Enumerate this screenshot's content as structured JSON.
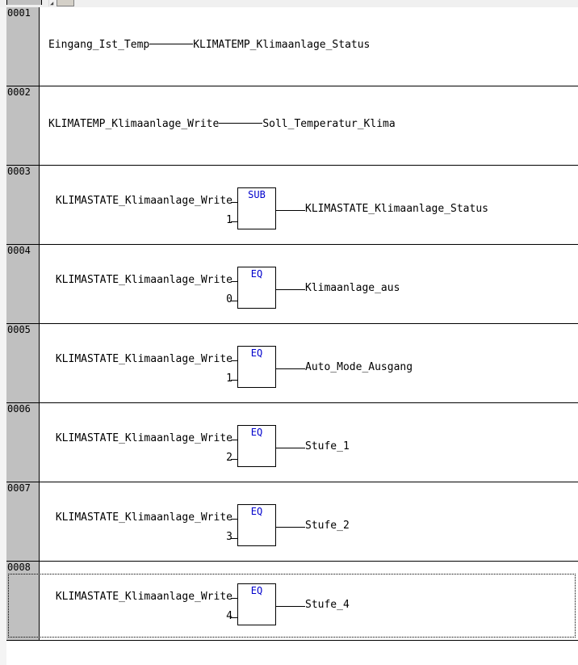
{
  "toolbar": {
    "caret_icon": "caret-icon",
    "button_icon": "toolbar-button-icon"
  },
  "editor": {
    "language": "FBD",
    "networks": [
      {
        "number": "0001",
        "kind": "assign",
        "input": "Eingang_Ist_Temp",
        "output": "KLIMATEMP_Klimaanlage_Status",
        "selected": false
      },
      {
        "number": "0002",
        "kind": "assign",
        "input": "KLIMATEMP_Klimaanlage_Write",
        "output": "Soll_Temperatur_Klima",
        "selected": false
      },
      {
        "number": "0003",
        "kind": "block",
        "operator": "SUB",
        "input": "KLIMASTATE_Klimaanlage_Write",
        "constant": "1",
        "output": "KLIMASTATE_Klimaanlage_Status",
        "selected": false
      },
      {
        "number": "0004",
        "kind": "block",
        "operator": "EQ",
        "input": "KLIMASTATE_Klimaanlage_Write",
        "constant": "0",
        "output": "Klimaanlage_aus",
        "selected": false
      },
      {
        "number": "0005",
        "kind": "block",
        "operator": "EQ",
        "input": "KLIMASTATE_Klimaanlage_Write",
        "constant": "1",
        "output": "Auto_Mode_Ausgang",
        "selected": false
      },
      {
        "number": "0006",
        "kind": "block",
        "operator": "EQ",
        "input": "KLIMASTATE_Klimaanlage_Write",
        "constant": "2",
        "output": "Stufe_1",
        "selected": false
      },
      {
        "number": "0007",
        "kind": "block",
        "operator": "EQ",
        "input": "KLIMASTATE_Klimaanlage_Write",
        "constant": "3",
        "output": "Stufe_2",
        "selected": false
      },
      {
        "number": "0008",
        "kind": "block",
        "operator": "EQ",
        "input": "KLIMASTATE_Klimaanlage_Write",
        "constant": "4",
        "output": "Stufe_4",
        "selected": true
      }
    ]
  },
  "colors": {
    "operator_text": "#0000cc",
    "gutter": "#c0c0c0",
    "canvas": "#ffffff",
    "border": "#000000"
  }
}
